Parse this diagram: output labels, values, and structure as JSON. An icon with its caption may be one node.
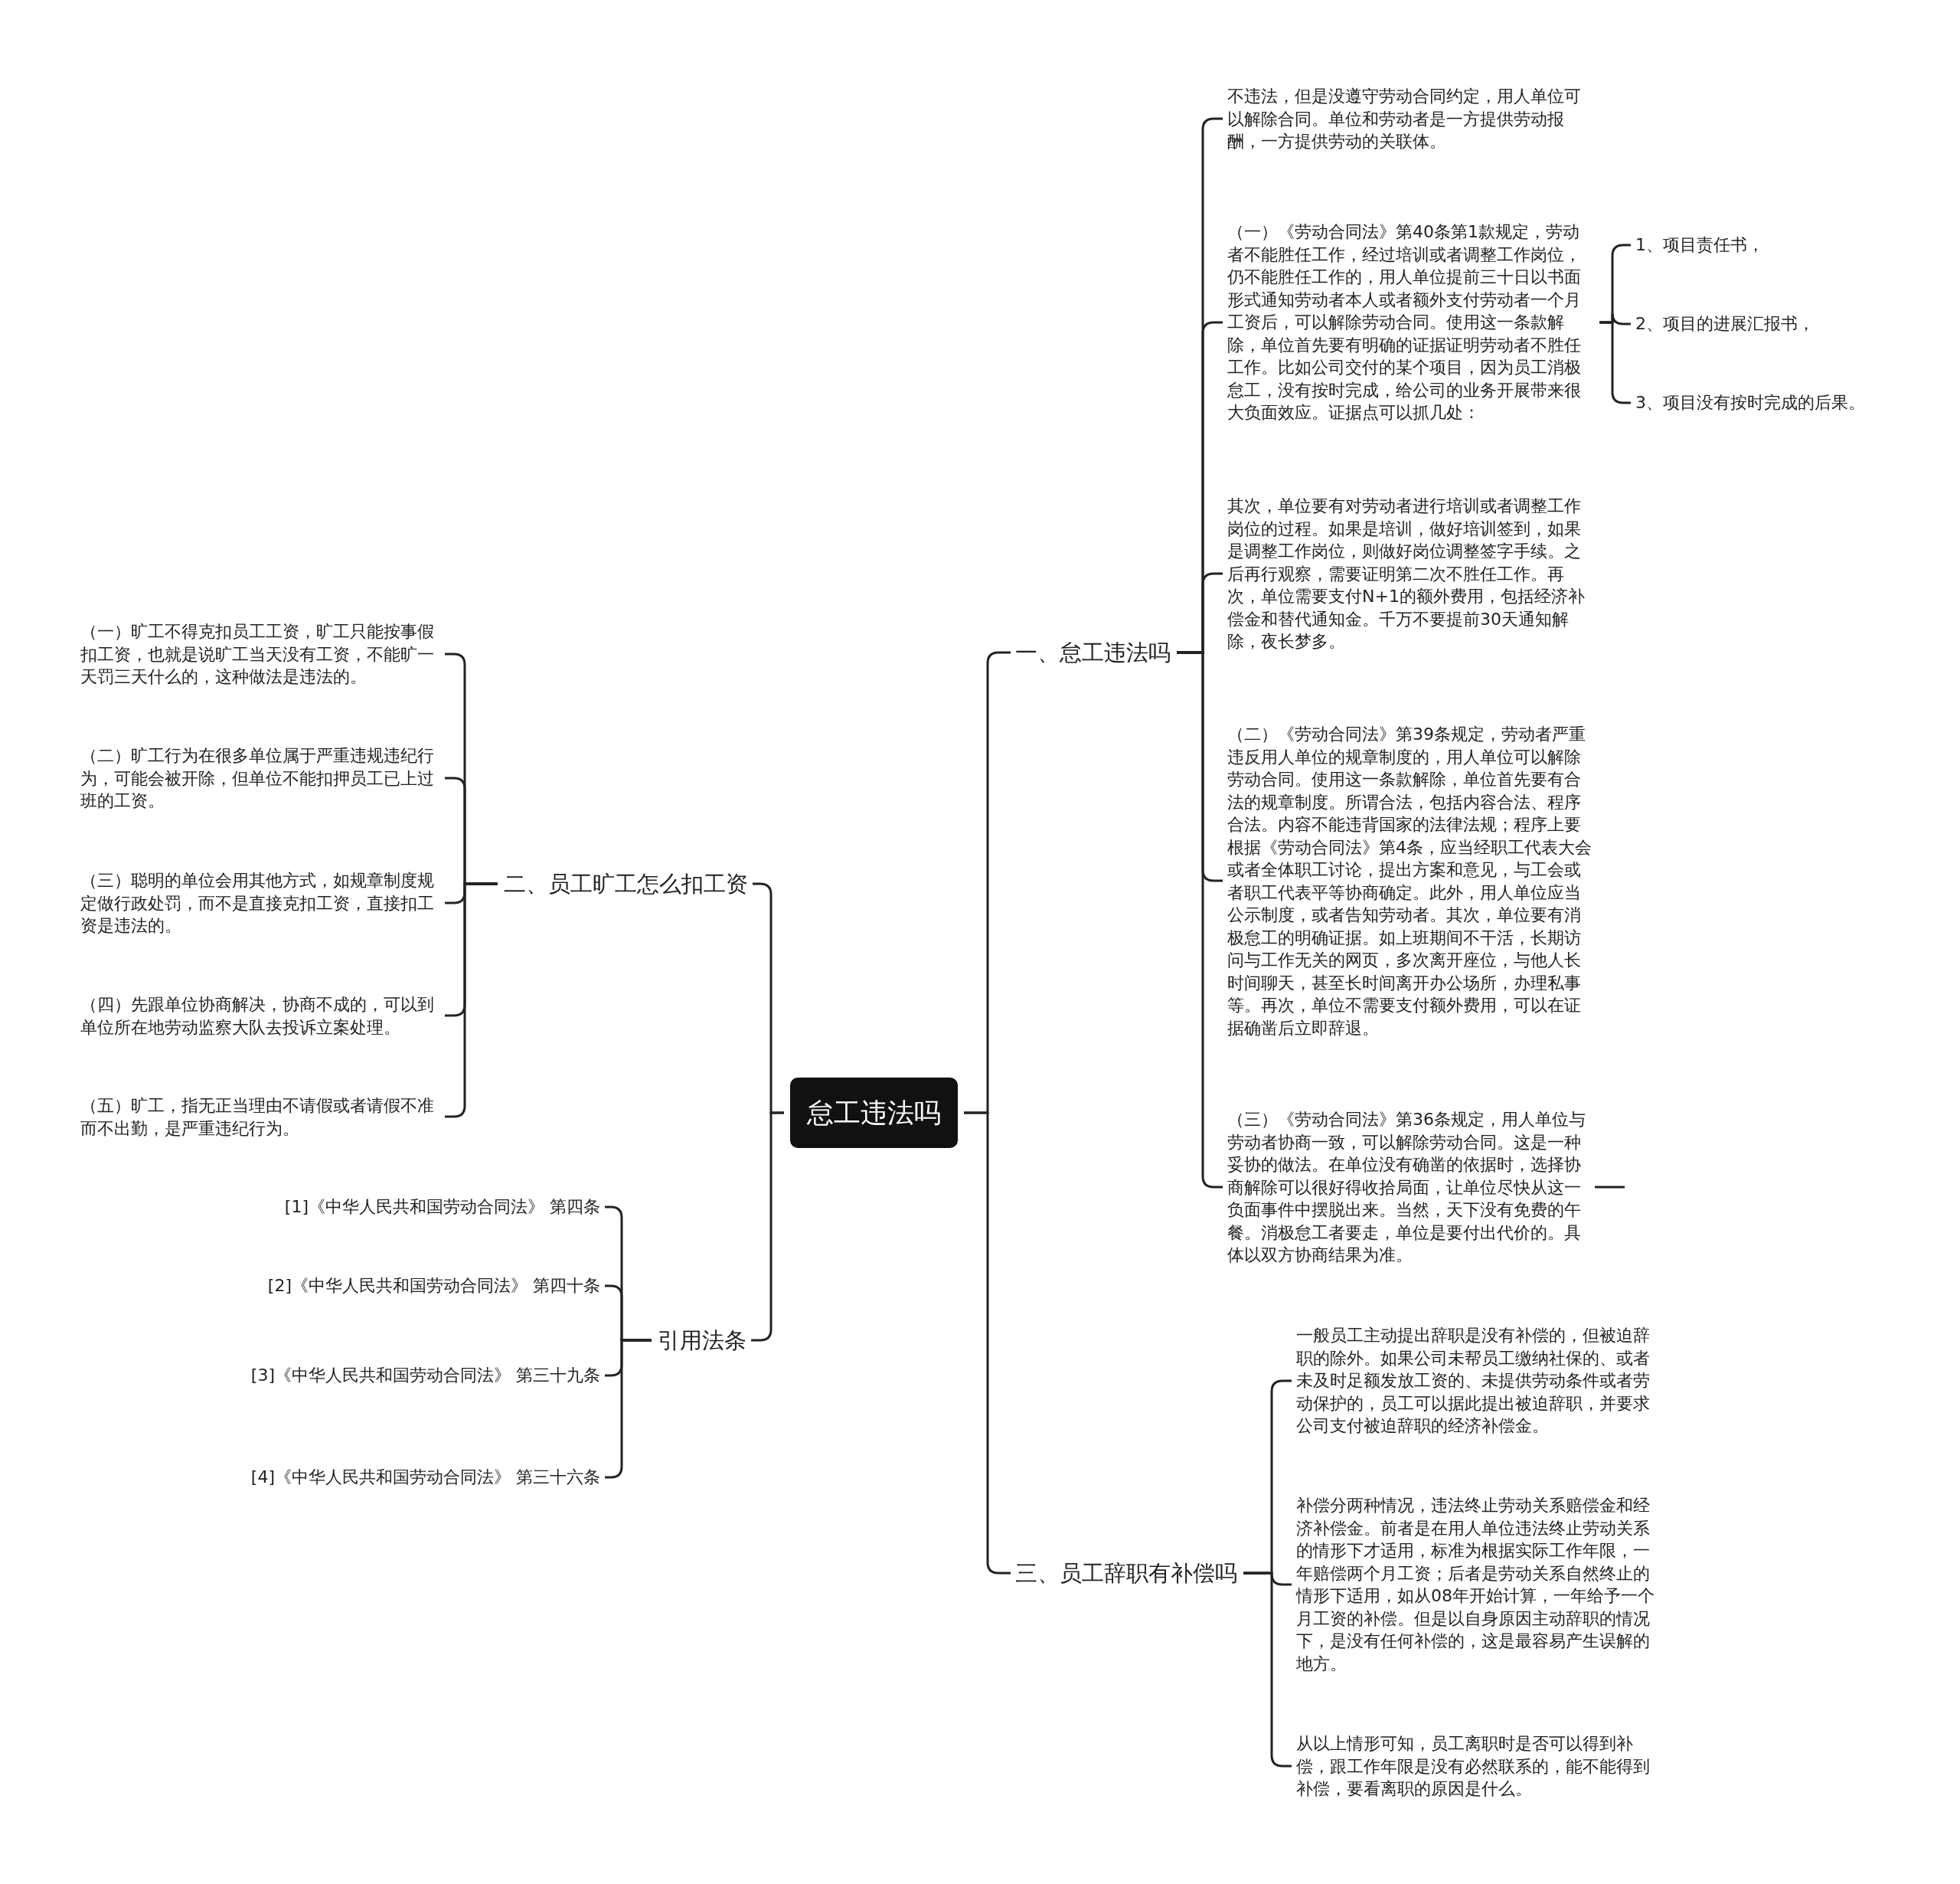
{
  "diagram": {
    "nodes": [
      {
        "text": [
          "怠工违法吗"
        ]
      },
      {
        "text": [
          "一、怠工违法吗"
        ]
      },
      {
        "text": [
          "二、员工旷工怎么扣工资"
        ]
      },
      {
        "text": [
          "引用法条"
        ]
      },
      {
        "text": [
          "三、员工辞职有补偿吗"
        ]
      },
      {
        "text": [
          "不违法，但是没遵守劳动合同约定，用人单位可以解除合同。单位和劳动者是一方提供劳动报酬，一方提供劳动的关联体。"
        ]
      },
      {
        "text": [
          "（一）《劳动合同法》第40条第1款规定，劳动者不能胜任工作，经过培训或者调整工作岗位，仍不能胜任工作的，用人单位提前三十日以书面形式通知劳动者本人或者额外支付劳动者一个月工资后，可以解除劳动合同。使用这一条款解除，单位首先要有明确的证据证明劳动者不胜任工作。比如公司交付的某个项目，因为员工消极怠工，没有按时完成，给公司的业务开展带来很大负面效应。证据点可以抓几处："
        ]
      },
      {
        "text": [
          "1、项目责任书，"
        ]
      },
      {
        "text": [
          "2、项目的进展汇报书，"
        ]
      },
      {
        "text": [
          "3、项目没有按时完成的后果。"
        ]
      },
      {
        "text": [
          "其次，单位要有对劳动者进行培训或者调整工作岗位的过程。如果是培训，做好培训签到，如果是调整工作岗位，则做好岗位调整签字手续。之后再行观察，需要证明第二次不胜任工作。再次，单位需要支付N+1的额外费用，包括经济补偿金和替代通知金。千万不要提前30天通知解除，夜长梦多。"
        ]
      },
      {
        "text": [
          "（二）《劳动合同法》第39条规定，劳动者严重违反用人单位的规章制度的，用人单位可以解除劳动合同。使用这一条款解除，单位首先要有合法的规章制度。所谓合法，包括内容合法、程序合法。内容不能违背国家的法律法规；程序上要根据《劳动合同法》第4条，应当经职工代表大会或者全体职工讨论，提出方案和意见，与工会或者职工代表平等协商确定。此外，用人单位应当公示制度，或者告知劳动者。其次，单位要有消极怠工的明确证据。如上班期间不干活，长期访问与工作无关的网页，多次离开座位，与他人长时间聊天，甚至长时间离开办公场所，办理私事等。再次，单位不需要支付额外费用，可以在证据确凿后立即辞退。"
        ]
      },
      {
        "text": [
          "（三）《劳动合同法》第36条规定，用人单位与劳动者协商一致，可以解除劳动合同。这是一种妥协的做法。在单位没有确凿的依据时，选择协商解除可以很好得收拾局面，让单位尽快从这一负面事件中摆脱出来。当然，天下没有免费的午餐。消极怠工者要走，单位是要付出代价的。具体以双方协商结果为准。"
        ]
      },
      {
        "text": [
          "（一）旷工不得克扣员工工资，旷工只能按事假扣工资，也就是说旷工当天没有工资，不能旷一天罚三天什么的，这种做法是违法的。"
        ]
      },
      {
        "text": [
          "（二）旷工行为在很多单位属于严重违规违纪行为，可能会被开除，但单位不能扣押员工已上过班的工资。"
        ]
      },
      {
        "text": [
          "（三）聪明的单位会用其他方式，如规章制度规定做行政处罚，而不是直接克扣工资，直接扣工资是违法的。"
        ]
      },
      {
        "text": [
          "（四）先跟单位协商解决，协商不成的，可以到单位所在地劳动监察大队去投诉立案处理。"
        ]
      },
      {
        "text": [
          "（五）旷工，指无正当理由不请假或者请假不准而不出勤，是严重违纪行为。"
        ]
      },
      {
        "text": [
          "[1]《中华人民共和国劳动合同法》 第四条"
        ]
      },
      {
        "text": [
          "[2]《中华人民共和国劳动合同法》 第四十条"
        ]
      },
      {
        "text": [
          "[3]《中华人民共和国劳动合同法》 第三十九条"
        ]
      },
      {
        "text": [
          "[4]《中华人民共和国劳动合同法》 第三十六条"
        ]
      },
      {
        "text": [
          "一般员工主动提出辞职是没有补偿的，但被迫辞职的除外。如果公司未帮员工缴纳社保的、或者未及时足额发放工资的、未提供劳动条件或者劳动保护的，员工可以据此提出被迫辞职，并要求公司支付被迫辞职的经济补偿金。"
        ]
      },
      {
        "text": [
          "补偿分两种情况，违法终止劳动关系赔偿金和经济补偿金。前者是在用人单位违法终止劳动关系的情形下才适用，标准为根据实际工作年限，一年赔偿两个月工资；后者是劳动关系自然终止的情形下适用，如从08年开始计算，一年给予一个月工资的补偿。但是以自身原因主动辞职的情况下，是没有任何补偿的，这是最容易产生误解的地方。"
        ]
      },
      {
        "text": [
          "从以上情形可知，员工离职时是否可以得到补偿，跟工作年限是没有必然联系的，能不能得到补偿，要看离职的原因是什么。"
        ]
      }
    ],
    "edges": [
      {
        "from": 0,
        "to": 1,
        "arrow": "none"
      },
      {
        "from": 0,
        "to": 2,
        "arrow": "none"
      },
      {
        "from": 0,
        "to": 3,
        "arrow": "none"
      },
      {
        "from": 0,
        "to": 4,
        "arrow": "none"
      },
      {
        "from": 1,
        "to": 5,
        "arrow": "none"
      },
      {
        "from": 1,
        "to": 6,
        "arrow": "none"
      },
      {
        "from": 1,
        "to": 10,
        "arrow": "none"
      },
      {
        "from": 1,
        "to": 11,
        "arrow": "none"
      },
      {
        "from": 1,
        "to": 12,
        "arrow": "none"
      },
      {
        "from": 6,
        "to": 7,
        "arrow": "none"
      },
      {
        "from": 6,
        "to": 8,
        "arrow": "none"
      },
      {
        "from": 6,
        "to": 9,
        "arrow": "none"
      },
      {
        "from": 2,
        "to": 13,
        "arrow": "none"
      },
      {
        "from": 2,
        "to": 14,
        "arrow": "none"
      },
      {
        "from": 2,
        "to": 15,
        "arrow": "none"
      },
      {
        "from": 2,
        "to": 16,
        "arrow": "none"
      },
      {
        "from": 2,
        "to": 17,
        "arrow": "none"
      },
      {
        "from": 3,
        "to": 18,
        "arrow": "none"
      },
      {
        "from": 3,
        "to": 19,
        "arrow": "none"
      },
      {
        "from": 3,
        "to": 20,
        "arrow": "none"
      },
      {
        "from": 3,
        "to": 21,
        "arrow": "none"
      },
      {
        "from": 4,
        "to": 22,
        "arrow": "none"
      },
      {
        "from": 4,
        "to": 23,
        "arrow": "none"
      },
      {
        "from": 4,
        "to": 24,
        "arrow": "none"
      }
    ]
  }
}
